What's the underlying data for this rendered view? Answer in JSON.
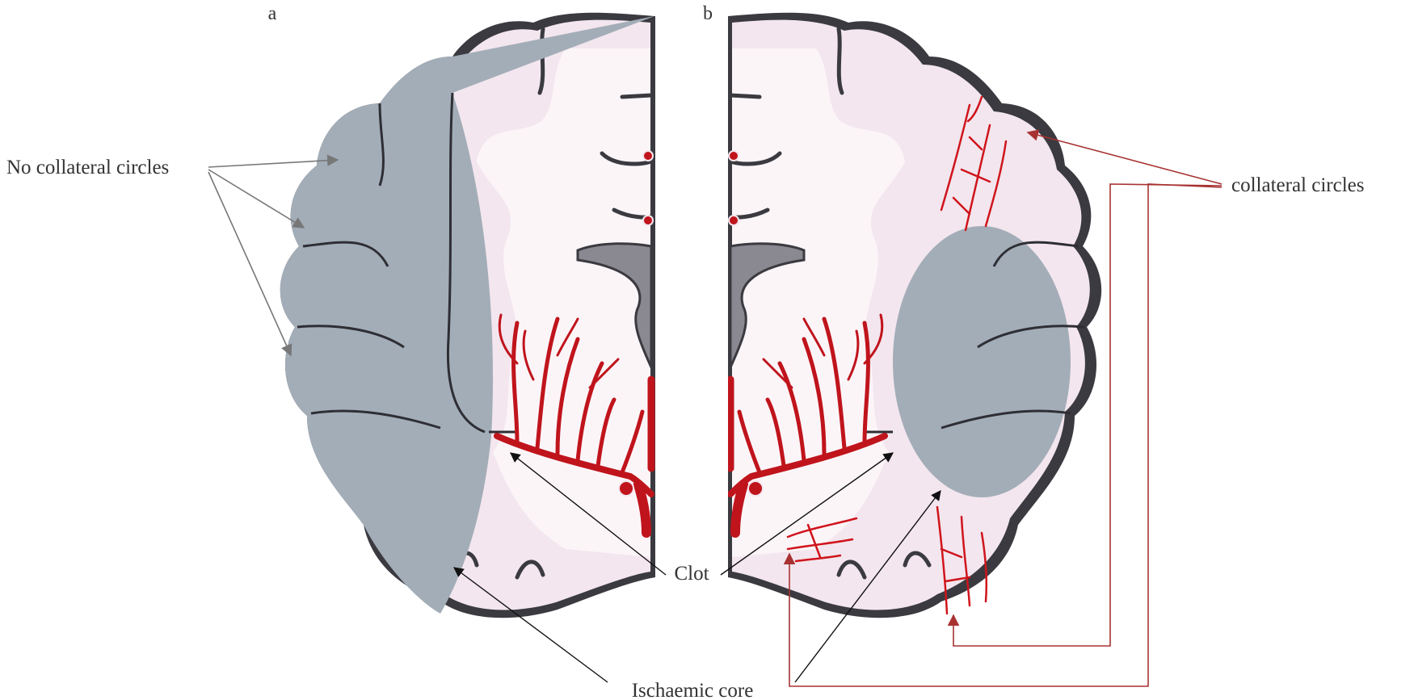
{
  "panels": [
    {
      "letter": "a"
    },
    {
      "letter": "b"
    }
  ],
  "labels": {
    "no_collateral": "No collateral circles",
    "collateral": "collateral circles",
    "clot": "Clot",
    "ischaemic_core": "Ischaemic core"
  },
  "colors": {
    "infarct": "#a3adb8",
    "tissue": "#f3e6ee",
    "white_matter": "#fbf5f8",
    "cortex_outline": "#3a3a40",
    "vessel": "#c0141c",
    "arrow_gray": "#777777",
    "arrow_red": "#a83232"
  }
}
